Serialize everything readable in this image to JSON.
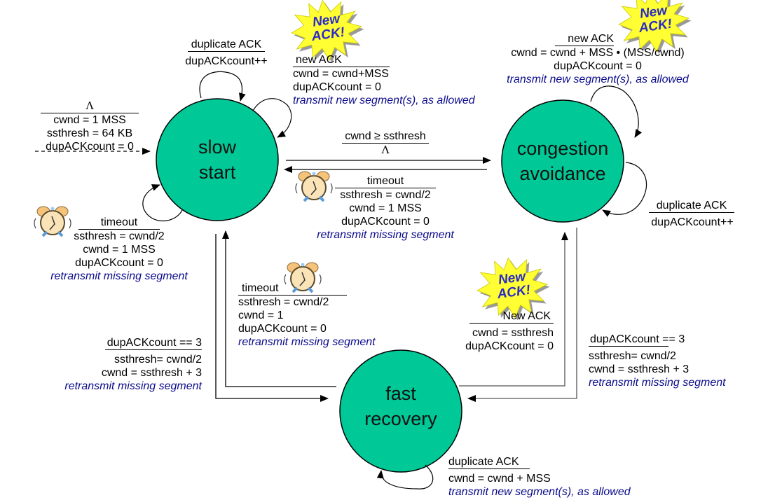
{
  "colors": {
    "state_fill": "#00c896",
    "action_text": "#0b0b8c",
    "burst_fill": "#ffff33",
    "burst_text": "#2a2ac8"
  },
  "states": {
    "slow_start": [
      "slow",
      "start"
    ],
    "congestion_avoidance": [
      "congestion",
      "avoidance"
    ],
    "fast_recovery": [
      "fast",
      "recovery"
    ]
  },
  "burst": {
    "line1": "New",
    "line2": "ACK!"
  },
  "transitions": {
    "init": {
      "event": "Λ",
      "actions": [
        "cwnd = 1 MSS",
        "ssthresh = 64 KB",
        "dupACKcount = 0"
      ]
    },
    "ss_dup": {
      "event": "duplicate ACK",
      "actions": [
        "dupACKcount++"
      ]
    },
    "ss_new": {
      "event": "new ACK",
      "actions": [
        "cwnd = cwnd+MSS",
        "dupACKcount = 0"
      ],
      "italic": "transmit new segment(s), as allowed"
    },
    "ss_timeout": {
      "event": "timeout",
      "actions": [
        "ssthresh = cwnd/2",
        "cwnd = 1 MSS",
        "dupACKcount = 0"
      ],
      "italic": "retransmit missing segment"
    },
    "ss_to_ca": {
      "event": "cwnd ≥ ssthresh",
      "actions": [
        "Λ"
      ]
    },
    "ca_timeout": {
      "event": "timeout",
      "actions": [
        "ssthresh = cwnd/2",
        "cwnd = 1 MSS",
        "dupACKcount = 0"
      ],
      "italic": "retransmit missing segment"
    },
    "ca_new": {
      "event": "new ACK",
      "actions": [
        "cwnd = cwnd + MSS • (MSS/cwnd)",
        "dupACKcount = 0"
      ],
      "italic": "transmit new segment(s), as allowed"
    },
    "ca_dup": {
      "event": "duplicate ACK",
      "actions": [
        "dupACKcount++"
      ]
    },
    "fr_timeout": {
      "event": "timeout",
      "actions": [
        "ssthresh = cwnd/2",
        "cwnd = 1",
        "dupACKcount = 0"
      ],
      "italic": "retransmit missing segment"
    },
    "fr_new": {
      "event": "New ACK",
      "actions": [
        "cwnd = ssthresh",
        "dupACKcount = 0"
      ]
    },
    "ss_to_fr": {
      "event": "dupACKcount == 3",
      "actions": [
        "ssthresh= cwnd/2",
        "cwnd = ssthresh + 3"
      ],
      "italic": "retransmit missing segment"
    },
    "ca_to_fr": {
      "event": "dupACKcount == 3",
      "actions": [
        "ssthresh= cwnd/2",
        "cwnd = ssthresh + 3"
      ],
      "italic": "retransmit missing segment"
    },
    "fr_dup": {
      "event": "duplicate ACK",
      "actions": [
        "cwnd = cwnd + MSS"
      ],
      "italic": "transmit new segment(s), as allowed"
    }
  }
}
